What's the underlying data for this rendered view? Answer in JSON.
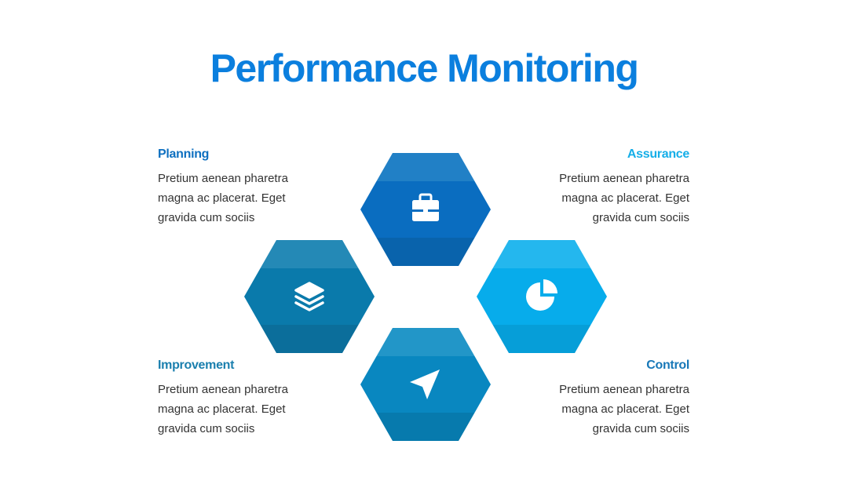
{
  "title": "Performance Monitoring",
  "colors": {
    "title": "#0B7FDE",
    "planning": "#0F70C0",
    "assurance": "#15AEE8",
    "improvement": "#1A7FAE",
    "control": "#1878B8"
  },
  "items": [
    {
      "key": "planning",
      "heading": "Planning",
      "body": "Pretium aenean pharetra magna ac placerat. Eget gravida cum sociis",
      "icon": "briefcase-icon",
      "hex_colors": [
        "#2180C6",
        "#0A6DC0",
        "#0963AC"
      ]
    },
    {
      "key": "assurance",
      "heading": "Assurance",
      "body": "Pretium aenean pharetra magna ac placerat. Eget gravida cum sociis",
      "icon": "pie-chart-icon",
      "hex_colors": [
        "#24B7EE",
        "#07ACEB",
        "#069ED8"
      ]
    },
    {
      "key": "improvement",
      "heading": "Improvement",
      "body": "Pretium aenean pharetra magna ac placerat. Eget gravida cum sociis",
      "icon": "layers-icon",
      "hex_colors": [
        "#2489B6",
        "#0A7AAB",
        "#0B6E9B"
      ]
    },
    {
      "key": "control",
      "heading": "Control",
      "body": "Pretium aenean pharetra magna ac placerat. Eget gravida cum sociis",
      "icon": "send-icon",
      "hex_colors": [
        "#2296C8",
        "#0987C0",
        "#077AAD"
      ]
    }
  ]
}
